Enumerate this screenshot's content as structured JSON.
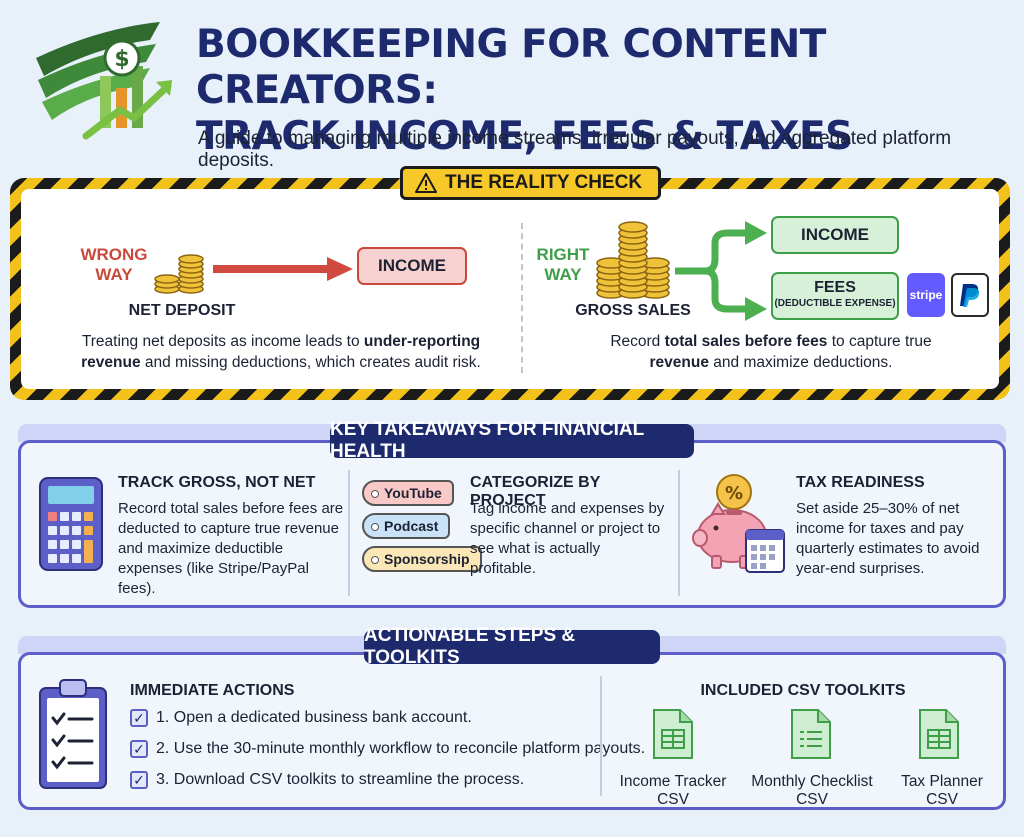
{
  "header": {
    "title_line1": "BOOKKEEPING FOR CONTENT CREATORS:",
    "title_line2": "TRACK INCOME, FEES & TAXES",
    "subtitle": "A guide to managing multiple income streams, irregular payouts, and aggregated platform deposits."
  },
  "reality_check": {
    "badge": "THE REALITY CHECK",
    "wrong": {
      "label_line1": "WRONG",
      "label_line2": "WAY",
      "coin_caption": "NET DEPOSIT",
      "target": "INCOME",
      "explain_a": "Treating net deposits as income leads to ",
      "explain_b": "under-reporting",
      "explain_c": "revenue",
      "explain_d": " and missing deductions, which creates audit risk."
    },
    "right": {
      "label_line1": "RIGHT",
      "label_line2": "WAY",
      "coin_caption": "GROSS SALES",
      "target_income": "INCOME",
      "target_fees": "FEES",
      "target_fees_sub": "(DEDUCTIBLE EXPENSE)",
      "brand_stripe": "stripe",
      "explain_a": "Record ",
      "explain_b": "total sales before fees",
      "explain_c": " to capture true",
      "explain_d": "revenue",
      "explain_e": " and maximize deductions."
    }
  },
  "takeaways": {
    "badge": "KEY TAKEAWAYS FOR FINANCIAL HEALTH",
    "items": [
      {
        "title": "TRACK GROSS, NOT NET",
        "body": "Record total sales before fees are deducted to capture true revenue and maximize deductible expenses (like Stripe/PayPal fees).",
        "icon": "calculator-icon"
      },
      {
        "title": "CATEGORIZE BY PROJECT",
        "body": "Tag income and expenses by specific channel or project to see what is actually profitable.",
        "tags": [
          "YouTube",
          "Podcast",
          "Sponsorship"
        ],
        "icon": "tag-icon"
      },
      {
        "title": "TAX READINESS",
        "body": "Set aside 25–30% of net income for taxes and pay quarterly estimates to avoid year-end surprises.",
        "icon": "piggy-bank-icon"
      }
    ]
  },
  "actions": {
    "badge": "ACTIONABLE STEPS & TOOLKITS",
    "immediate_title": "IMMEDIATE ACTIONS",
    "steps": [
      "1. Open a dedicated business bank account.",
      "2. Use the 30-minute monthly workflow to reconcile platform payouts.",
      "3. Download CSV toolkits to streamline the process."
    ],
    "check_glyph": "✓",
    "toolkits_title": "INCLUDED CSV TOOLKITS",
    "toolkits": [
      "Income Tracker CSV",
      "Monthly Checklist CSV",
      "Tax Planner CSV"
    ]
  },
  "colors": {
    "navy": "#1e2a6e",
    "accent": "#5b5fc7",
    "hazard_yellow": "#f2c21b",
    "wrong_red": "#c94a3c",
    "right_green": "#3f9e4a",
    "background": "#e8f0fa"
  }
}
